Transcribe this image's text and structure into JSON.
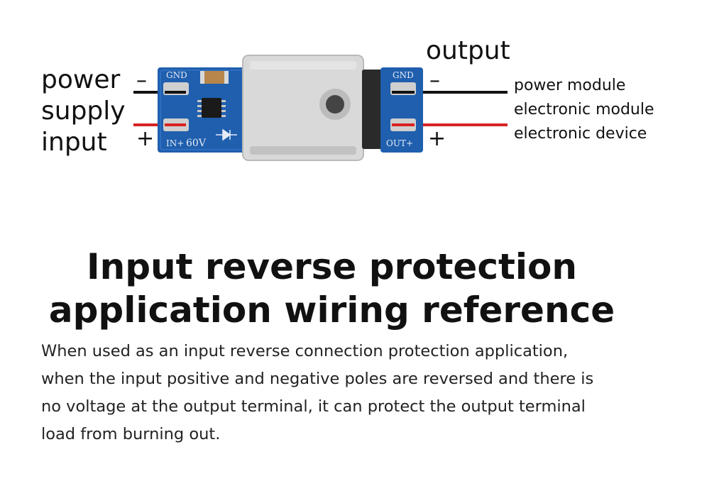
{
  "diagram": {
    "input_label": [
      "power",
      "supply",
      "input"
    ],
    "input_minus": "–",
    "input_plus": "+",
    "output_label": "output",
    "output_minus": "–",
    "output_plus": "+",
    "load_labels": [
      "power module",
      "electronic module",
      "electronic device"
    ],
    "board_silk": {
      "gnd_left": "GND",
      "in_plus": "IN+",
      "voltage": "60V",
      "gnd_right": "GND",
      "out_plus": "OUT+"
    },
    "colors": {
      "pcb": "#1f5fae",
      "heatsink": "#d9d9d9",
      "wire_negative": "#111111",
      "wire_positive": "#d92323"
    }
  },
  "heading": {
    "line1": "Input reverse protection",
    "line2": "application wiring reference"
  },
  "description": [
    "When used as an input reverse connection protection application,",
    "when the input positive and negative poles are reversed and there is",
    "no voltage at the output terminal, it can protect the output terminal",
    "load from burning out."
  ]
}
